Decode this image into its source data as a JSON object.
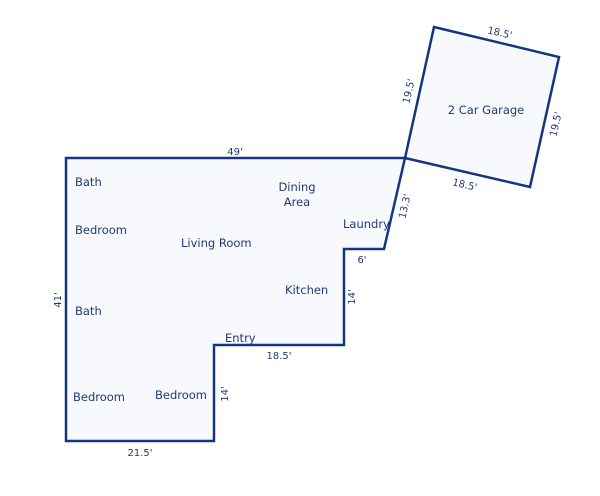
{
  "colors": {
    "wall": "#14367f",
    "fill": "#f8f9fc",
    "text": "#1f3a78"
  },
  "rooms": {
    "garage": "2 Car Garage",
    "bath1": "Bath",
    "bedroom1": "Bedroom",
    "dining_line1": "Dining",
    "dining_line2": "Area",
    "laundry": "Laundry",
    "living": "Living Room",
    "kitchen": "Kitchen",
    "bath2": "Bath",
    "entry": "Entry",
    "bedroom2": "Bedroom",
    "bedroom3": "Bedroom"
  },
  "dimensions": {
    "garage_top": "18.5'",
    "garage_left": "19.5'",
    "garage_right": "19.5'",
    "garage_bottom": "18.5'",
    "top": "49'",
    "diagonal": "13.3'",
    "laundry_step": "6'",
    "kitchen_side": "14'",
    "left": "41'",
    "entry_step": "18.5'",
    "bedroom_side": "14'",
    "bottom": "21.5'"
  }
}
